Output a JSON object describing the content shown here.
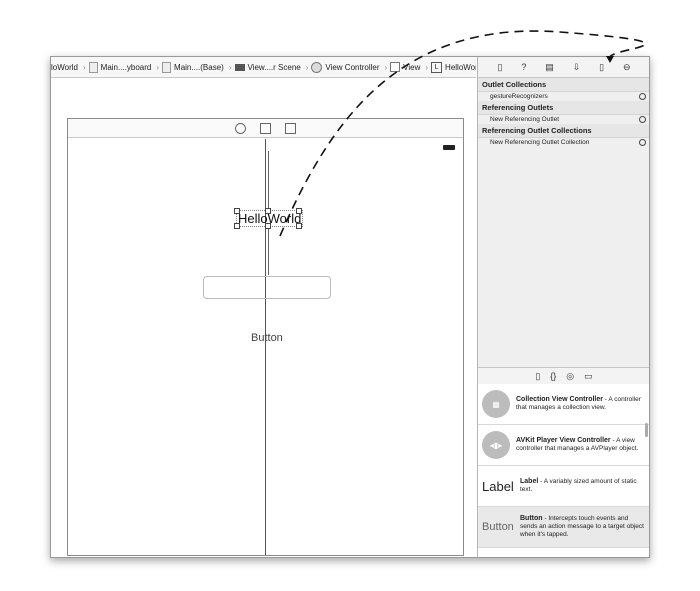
{
  "breadcrumbs": [
    {
      "label": "loWorld",
      "icon": "project-icon"
    },
    {
      "label": "Main....yboard",
      "icon": "storyboard-file-icon"
    },
    {
      "label": "Main....(Base)",
      "icon": "storyboard-file-icon"
    },
    {
      "label": "View....r Scene",
      "icon": "scene-icon"
    },
    {
      "label": "View Controller",
      "icon": "view-controller-icon"
    },
    {
      "label": "View",
      "icon": "view-icon"
    },
    {
      "label": "HelloWorld",
      "icon": "label-icon"
    }
  ],
  "canvas": {
    "label_text": "HelloWorld",
    "button_text": "Button"
  },
  "inspector": {
    "tabs": [
      "file-icon",
      "help-icon",
      "identity-icon",
      "attributes-icon",
      "size-icon",
      "connections-icon"
    ],
    "sections": [
      {
        "title": "Outlet Collections",
        "rows": [
          "gestureRecognizers"
        ]
      },
      {
        "title": "Referencing Outlets",
        "rows": [
          "New Referencing Outlet"
        ]
      },
      {
        "title": "Referencing Outlet Collections",
        "rows": [
          "New Referencing Outlet Collection"
        ]
      }
    ]
  },
  "library": {
    "tabs": [
      "file-template-icon",
      "code-snippet-icon",
      "object-icon",
      "media-icon"
    ],
    "items": [
      {
        "name": "Collection View Controller",
        "desc": " - A controller that manages a collection view.",
        "icon_text": "grid"
      },
      {
        "name": "AVKit Player View Controller",
        "desc": " - A view controller that manages a AVPlayer object.",
        "icon_text": "◂▮▸"
      },
      {
        "name": "Label",
        "desc": " - A variably sized amount of static text.",
        "icon_text": "Label"
      },
      {
        "name": "Button",
        "desc": " - Intercepts touch events and sends an action message to a target object when it's tapped.",
        "icon_text": "Button"
      }
    ]
  }
}
